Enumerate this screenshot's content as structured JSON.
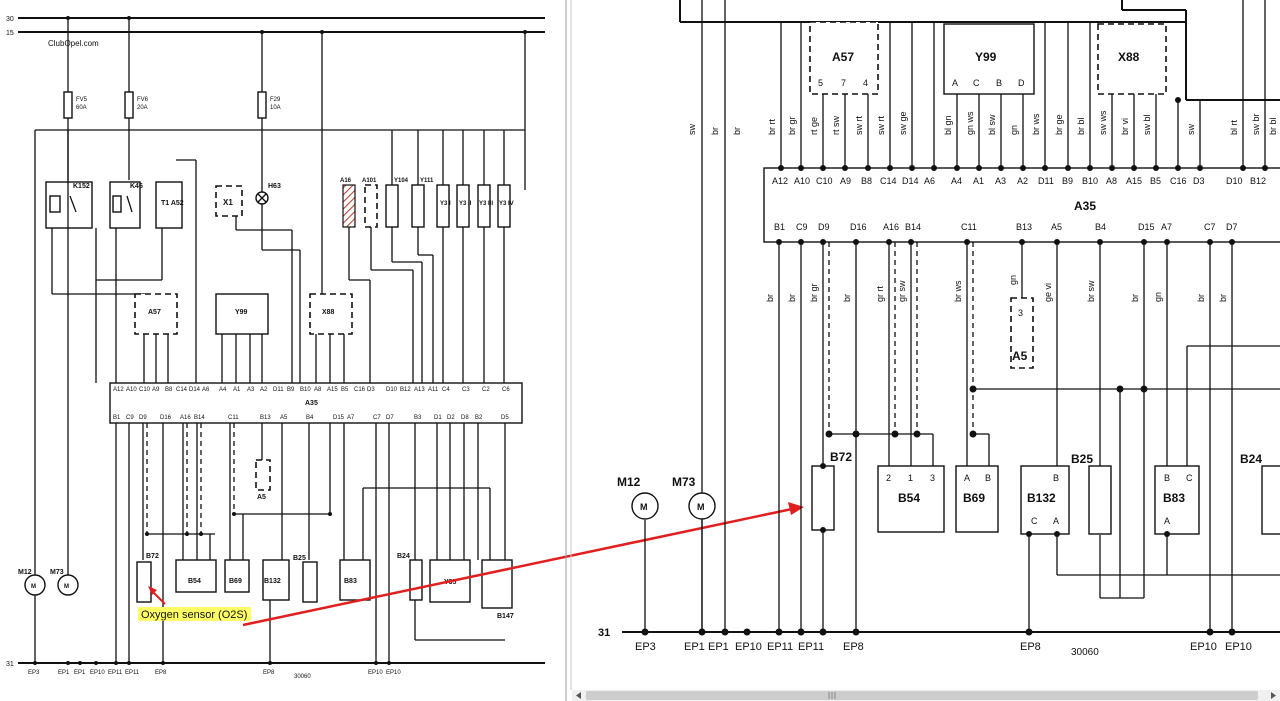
{
  "left_panel": {
    "rails": [
      "30",
      "15",
      "31"
    ],
    "watermark": "ClubOpel.com",
    "fuses": [
      {
        "id": "FV5",
        "rating": "60A"
      },
      {
        "id": "FV6",
        "rating": "20A"
      },
      {
        "id": "F29",
        "rating": "10A"
      }
    ],
    "relays": [
      "K152",
      "K46",
      "T1 A52"
    ],
    "components_top": [
      "X1",
      "H63",
      "A16",
      "A101",
      "Y104",
      "Y111",
      "Y3 I",
      "Y3 II",
      "Y3 III",
      "Y3 IV"
    ],
    "connectors": [
      "A57",
      "Y99",
      "X88"
    ],
    "ecu_label": "A35",
    "ecu_top_pins": [
      "A12",
      "A10",
      "C10",
      "A9",
      "B8",
      "C14",
      "D14",
      "A6",
      "A4",
      "A1",
      "A3",
      "A2",
      "D11",
      "B9",
      "B10",
      "A8",
      "A15",
      "B5",
      "C16",
      "D3",
      "D10",
      "B12",
      "A13",
      "A11",
      "C4",
      "C3",
      "C2",
      "C6"
    ],
    "ecu_bottom_pins": [
      "B1",
      "C9",
      "D9",
      "D16",
      "A16",
      "B14",
      "C11",
      "B13",
      "A5",
      "B4",
      "D15",
      "A7",
      "C7",
      "D7",
      "B3",
      "D1",
      "D2",
      "D8",
      "B2",
      "D5"
    ],
    "components_bottom": [
      "M12",
      "M73",
      "B72",
      "B54",
      "B69",
      "B132",
      "B25",
      "B83",
      "B24",
      "Y35",
      "B147",
      "A5"
    ],
    "grounds": [
      "EP3",
      "EP1",
      "EP1",
      "EP10",
      "EP11",
      "EP11",
      "EP8",
      "EP8",
      "EP10",
      "EP10"
    ],
    "diagram_number": "30060",
    "callout": "Oxygen sensor (O2S)"
  },
  "right_panel": {
    "connectors": [
      {
        "id": "A57",
        "pins": [
          "5",
          "7",
          "4"
        ]
      },
      {
        "id": "Y99",
        "pins": [
          "A",
          "C",
          "B",
          "D"
        ]
      },
      {
        "id": "X88",
        "pins": []
      }
    ],
    "ecu_label": "A35",
    "top_pins": [
      "A12",
      "A10",
      "C10",
      "A9",
      "B8",
      "C14",
      "D14",
      "A6",
      "A4",
      "A1",
      "A3",
      "A2",
      "D11",
      "B9",
      "B10",
      "A8",
      "A15",
      "B5",
      "C16",
      "D3",
      "D10",
      "B12"
    ],
    "bottom_pins": [
      "B1",
      "C9",
      "D9",
      "D16",
      "A16",
      "B14",
      "C11",
      "B13",
      "A5",
      "B4",
      "D15",
      "A7",
      "C7",
      "D7"
    ],
    "top_wire_colors": [
      "sw",
      "br",
      "br",
      "br rt",
      "br gr",
      "rt ge",
      "rt sw",
      "sw rt",
      "sw rt",
      "sw ge",
      "bl gn",
      "gn ws",
      "bl sw",
      "gn",
      "br ws",
      "br ge",
      "br bl",
      "sw ws",
      "br vi",
      "sw bl",
      "sw",
      "bl rt",
      "sw br",
      "br bl"
    ],
    "bottom_wire_colors": [
      "br",
      "br",
      "br gr",
      "br",
      "gr rt",
      "gr sw",
      "br ws",
      "gn",
      "ge vi",
      "br sw",
      "br",
      "gn",
      "br",
      "br"
    ],
    "components": [
      {
        "id": "M12",
        "symbol": "M"
      },
      {
        "id": "M73",
        "symbol": "M"
      },
      {
        "id": "B72",
        "pins": []
      },
      {
        "id": "B54",
        "pins": [
          "2",
          "1",
          "3"
        ]
      },
      {
        "id": "B69",
        "pins": [
          "A",
          "B"
        ]
      },
      {
        "id": "B132",
        "pins": [
          "B",
          "C",
          "A"
        ]
      },
      {
        "id": "B25",
        "pins": []
      },
      {
        "id": "B83",
        "pins": [
          "B",
          "C",
          "A"
        ]
      },
      {
        "id": "B24",
        "pins": []
      },
      {
        "id": "A5",
        "pins": [
          "3"
        ]
      }
    ],
    "ground_rail": "31",
    "grounds": [
      "EP3",
      "EP1",
      "EP1",
      "EP10",
      "EP11",
      "EP11",
      "EP8",
      "EP8",
      "EP10",
      "EP10"
    ],
    "diagram_number": "30060"
  },
  "colors": {
    "arrow": "#e02020",
    "callout_bg": "#ffff66",
    "x88_hatch": "#c0392b",
    "scrollbar_track": "#f0f0f0",
    "scrollbar_thumb": "#cdcdcd"
  }
}
